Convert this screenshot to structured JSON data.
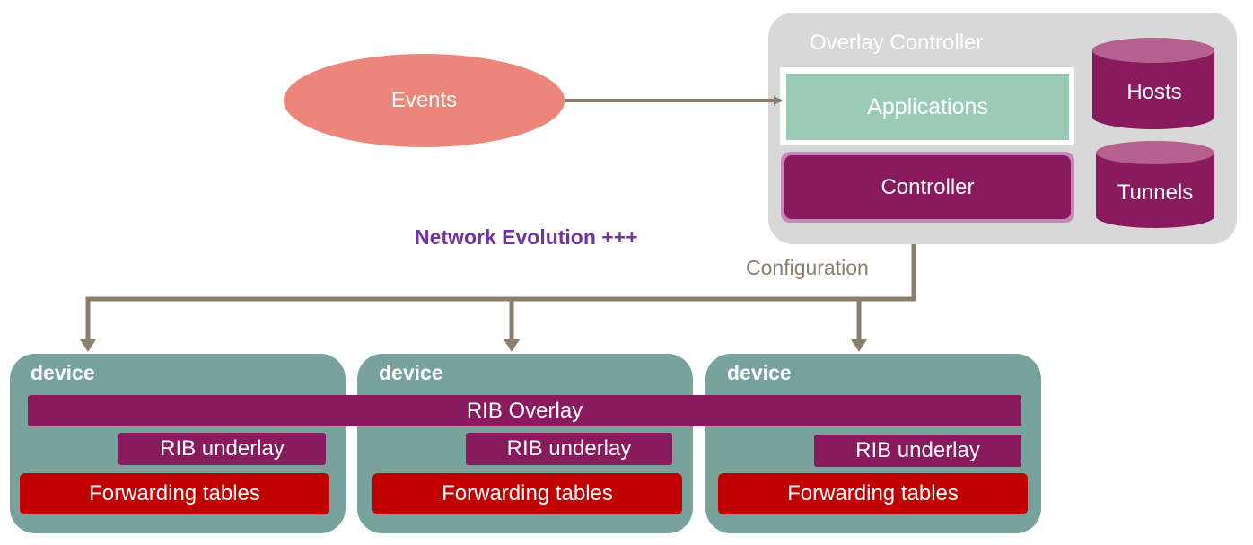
{
  "controller_panel": {
    "title": "Overlay Controller",
    "applications_label": "Applications",
    "controller_label": "Controller",
    "hosts_label": "Hosts",
    "tunnels_label": "Tunnels"
  },
  "events_label": "Events",
  "network_evolution_label": "Network Evolution +++",
  "configuration_label": "Configuration",
  "rib_overlay_label": "RIB Overlay",
  "devices": [
    {
      "label": "device",
      "rib_underlay": "RIB underlay",
      "forwarding": "Forwarding tables"
    },
    {
      "label": "device",
      "rib_underlay": "RIB underlay",
      "forwarding": "Forwarding tables"
    },
    {
      "label": "device",
      "rib_underlay": "RIB underlay",
      "forwarding": "Forwarding tables"
    }
  ],
  "colors": {
    "panel": "#d8d8d8",
    "applications": "#9ccbb5",
    "controller": "#8a1a5e",
    "events": "#ec867a",
    "device": "#78a39c",
    "forwarding": "#c00000",
    "arrow": "#8b7e6d",
    "network_evolution": "#7133a0"
  }
}
